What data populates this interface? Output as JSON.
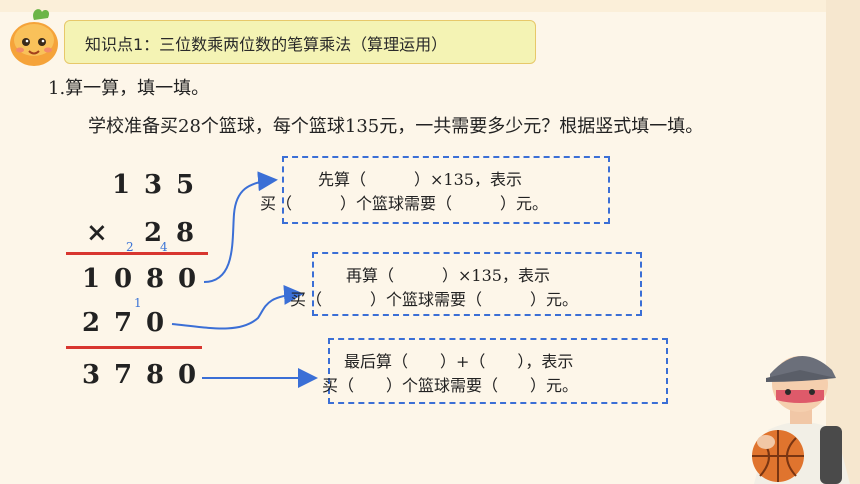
{
  "header": {
    "title": "知识点1：三位数乘两位数的笔算乘法（算理运用）"
  },
  "question": {
    "heading": "1.算一算，填一填。",
    "text": "学校准备买28个篮球，每个篮球135元，一共需要多少元？根据竖式填一填。"
  },
  "calculation": {
    "row1": [
      "1",
      "3",
      "5"
    ],
    "times": "×",
    "row2": [
      "2",
      "8"
    ],
    "carry_top": [
      "2",
      "4"
    ],
    "partial1": [
      "1",
      "0",
      "8",
      "0"
    ],
    "carry_mid": "1",
    "partial2": [
      "2",
      "7",
      "0"
    ],
    "result": [
      "3",
      "7",
      "8",
      "0"
    ]
  },
  "boxes": [
    {
      "line1": "先算（　　　）×135，表示",
      "line2": "买（　　　）个篮球需要（　　　）元。"
    },
    {
      "line1": "再算（　　　）×135，表示",
      "line2": "买（　　　）个篮球需要（　　　）元。"
    },
    {
      "line1": "最后算（　　）+（　　），表示",
      "line2": "买（　　）个篮球需要（　　）元。"
    }
  ],
  "colors": {
    "arrow": "#3b6fd6",
    "rule": "#d8362f",
    "title_bg": "#f4f3b4"
  },
  "icons": [
    "orange-mascot-icon",
    "boy-basketball-icon"
  ]
}
